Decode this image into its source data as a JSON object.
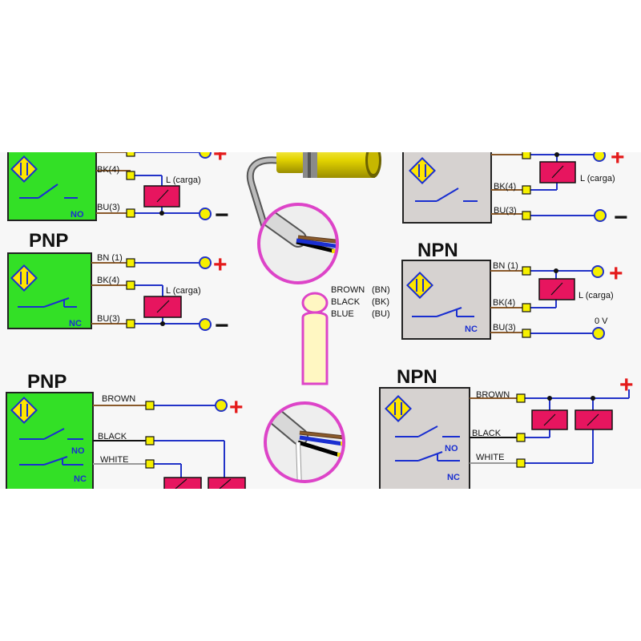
{
  "colors": {
    "green_body": "#33e026",
    "grey_body": "#d6d2d0",
    "wire_blue": "#2233c8",
    "wire_brown": "#8a5a2b",
    "terminal_yellow": "#f6f000",
    "load_pink": "#e7155f",
    "lens_magenta": "#dd44c8",
    "plus_red": "#e41a1a"
  },
  "labels": {
    "bn": "BN (1)",
    "bk": "BK(4)",
    "bu": "BU(3)",
    "load": "L (carga)",
    "pnp": "PNP",
    "npn": "NPN",
    "no": "NO",
    "nc": "NC",
    "plus": "+",
    "minus": "−",
    "zero_v": "0 V",
    "brown": "BROWN",
    "black": "BLACK",
    "white": "WHITE"
  },
  "legend": {
    "rows": [
      {
        "color": "BROWN",
        "code": "(BN)"
      },
      {
        "color": "BLACK",
        "code": "(BK)"
      },
      {
        "color": "BLUE",
        "code": "(BU)"
      }
    ]
  },
  "icons": [
    "sensor-icon",
    "switch-contact-icon",
    "load-coil-icon",
    "terminal-icon",
    "supply-terminal-icon",
    "cable-magnifier-icon",
    "proximity-sensor-icon"
  ]
}
